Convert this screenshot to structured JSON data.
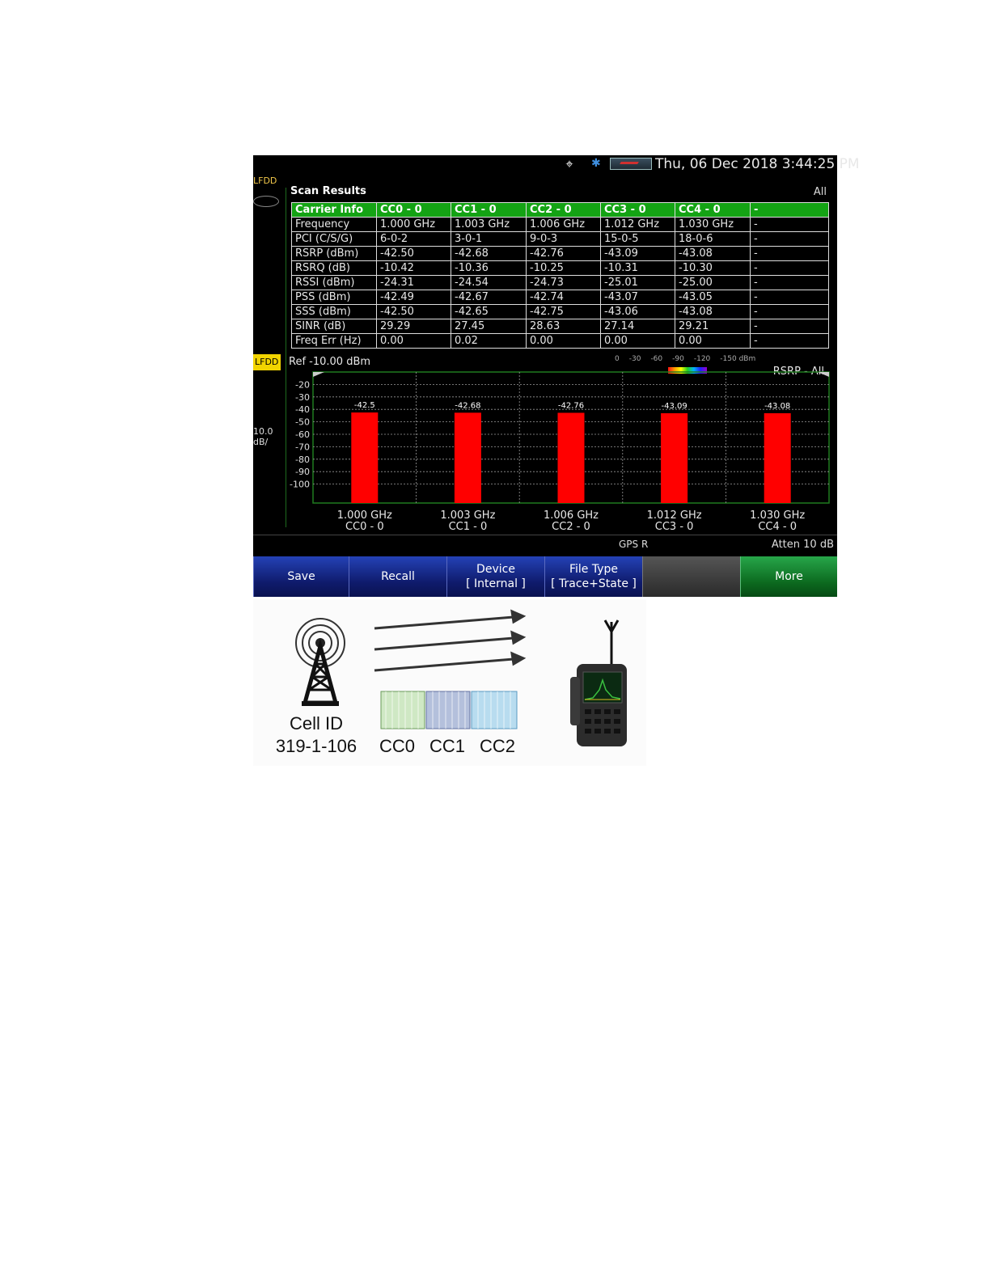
{
  "topbar": {
    "datetime": "Thu, 06 Dec 2018 3:44:25 PM"
  },
  "side": {
    "mode_top": "LFDD",
    "mode_mid": "LFDD",
    "scale_value": "10.0",
    "scale_unit": "dB/"
  },
  "scan": {
    "title": "Scan Results",
    "filter": "All"
  },
  "table": {
    "headers": [
      "Carrier Info",
      "CC0 - 0",
      "CC1 - 0",
      "CC2 - 0",
      "CC3 - 0",
      "CC4 - 0",
      "-"
    ],
    "rows": [
      [
        "Frequency",
        "1.000 GHz",
        "1.003 GHz",
        "1.006 GHz",
        "1.012 GHz",
        "1.030 GHz",
        "-"
      ],
      [
        "PCI (C/S/G)",
        "6-0-2",
        "3-0-1",
        "9-0-3",
        "15-0-5",
        "18-0-6",
        "-"
      ],
      [
        "RSRP (dBm)",
        "-42.50",
        "-42.68",
        "-42.76",
        "-43.09",
        "-43.08",
        "-"
      ],
      [
        "RSRQ (dB)",
        "-10.42",
        "-10.36",
        "-10.25",
        "-10.31",
        "-10.30",
        "-"
      ],
      [
        "RSSI (dBm)",
        "-24.31",
        "-24.54",
        "-24.73",
        "-25.01",
        "-25.00",
        "-"
      ],
      [
        "PSS (dBm)",
        "-42.49",
        "-42.67",
        "-42.74",
        "-43.07",
        "-43.05",
        "-"
      ],
      [
        "SSS (dBm)",
        "-42.50",
        "-42.65",
        "-42.75",
        "-43.06",
        "-43.08",
        "-"
      ],
      [
        "SINR (dB)",
        "29.29",
        "27.45",
        "28.63",
        "27.14",
        "29.21",
        "-"
      ],
      [
        "Freq Err (Hz)",
        "0.00",
        "0.02",
        "0.00",
        "0.00",
        "0.00",
        "-"
      ]
    ]
  },
  "chart_header": {
    "ref_label": "Ref -10.00  dBm",
    "scale_ticks": [
      "0",
      "-30",
      "-60",
      "-90",
      "-120",
      "-150 dBm"
    ],
    "metric": "RSRP - All"
  },
  "chart_data": {
    "type": "bar",
    "categories": [
      "1.000 GHz\nCC0 - 0",
      "1.003 GHz\nCC1 - 0",
      "1.006 GHz\nCC2 - 0",
      "1.012 GHz\nCC3 - 0",
      "1.030 GHz\nCC4 - 0"
    ],
    "category_freq": [
      "1.000 GHz",
      "1.003 GHz",
      "1.006 GHz",
      "1.012 GHz",
      "1.030 GHz"
    ],
    "category_cc": [
      "CC0 - 0",
      "CC1 - 0",
      "CC2 - 0",
      "CC3 - 0",
      "CC4 - 0"
    ],
    "values": [
      -42.5,
      -42.68,
      -42.76,
      -43.09,
      -43.08
    ],
    "value_labels": [
      "-42.5",
      "-42.68",
      "-42.76",
      "-43.09",
      "-43.08"
    ],
    "yticks": [
      -20,
      -30,
      -40,
      -50,
      -60,
      -70,
      -80,
      -90,
      -100
    ],
    "ylim": [
      -110,
      -10
    ],
    "grid": true,
    "bar_color": "#ff0000",
    "title": "",
    "xlabel": "",
    "ylabel": ""
  },
  "status": {
    "gps": "GPS R",
    "atten": "Atten 10  dB"
  },
  "softkeys": [
    {
      "line1": "Save",
      "line2": ""
    },
    {
      "line1": "Recall",
      "line2": ""
    },
    {
      "line1": "Device",
      "line2": "[ Internal ]"
    },
    {
      "line1": "File Type",
      "line2": "[ Trace+State ]"
    },
    {
      "line1": "",
      "line2": ""
    },
    {
      "line1": "More",
      "line2": ""
    }
  ],
  "illustration": {
    "cell_label": "Cell ID",
    "cell_id": "319-1-106",
    "carriers": [
      "CC0",
      "CC1",
      "CC2"
    ],
    "carrier_colors": [
      "#cfe8c4",
      "#b4c0dc",
      "#b8dcef"
    ]
  },
  "colors": {
    "table_header": "#14a314",
    "softkey_blue": "#1a2f9a",
    "softkey_green": "#0c6a1f"
  }
}
